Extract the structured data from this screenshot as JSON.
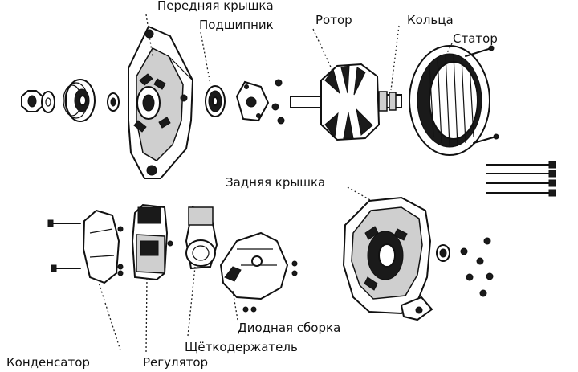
{
  "labels": {
    "front_cover": "Передняя крышка",
    "bearing": "Подшипник",
    "rotor": "Ротор",
    "rings": "Кольца",
    "stator": "Статор",
    "rear_cover": "Задняя крышка",
    "diode_assembly": "Диодная сборка",
    "brush_holder": "Щёткодержатель",
    "capacitor": "Конденсатор",
    "regulator": "Регулятор"
  }
}
